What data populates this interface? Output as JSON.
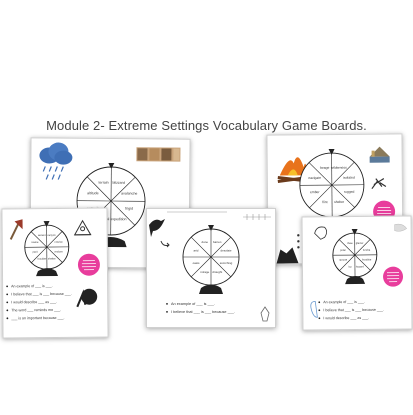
{
  "page": {
    "title": "Module 2- Extreme Settings Vocabulary Game Boards."
  },
  "colors": {
    "pink": "#e83d9c",
    "ink": "#222222",
    "cloud": "#3f6fb5",
    "fire": "#e8731c"
  },
  "boards": [
    {
      "id": "board-1",
      "icons": [
        "rain-cloud-icon",
        "photo-strip"
      ],
      "wheel_words": [
        "blizzard",
        "avalanche",
        "frigid",
        "expedition",
        "survival",
        "summit",
        "altitude",
        "terrain"
      ],
      "sentences": []
    },
    {
      "id": "board-2",
      "icons": [
        "axe-icon",
        "shelter-icon",
        "boulder-climber-icon"
      ],
      "wheel_words": [
        "canyon",
        "crevice",
        "endure",
        "shelter",
        "boulder",
        "peril",
        "ravine",
        "ascent"
      ],
      "sentences": [
        "An example of ___ is ___.",
        "I believe that ___ is ___ because ___.",
        "I would describe ___ as ___.",
        "The word ___ reminds me ___.",
        "___ is an important because ___."
      ]
    },
    {
      "id": "board-3",
      "icons": [
        "crow-icon",
        "fence-icon",
        "arrow-icon",
        "lantern-icon"
      ],
      "wheel_words": [
        "barren",
        "desolate",
        "scorching",
        "drought",
        "mirage",
        "oasis",
        "arid",
        "dune"
      ],
      "sentences": [
        "An example of ___ is ___.",
        "I believe that ___ is ___ because ___."
      ]
    },
    {
      "id": "board-4",
      "icons": [
        "campfire-icon",
        "tent-icon",
        "insect-icon",
        "camper-icon"
      ],
      "wheel_words": [
        "wilderness",
        "isolated",
        "rugged",
        "shelter",
        "flint",
        "ember",
        "navigate",
        "forage"
      ],
      "sentences": []
    },
    {
      "id": "board-5",
      "icons": [
        "head-outline-icon",
        "shell-icon",
        "hand-icon"
      ],
      "wheel_words": [
        "glacier",
        "tundra",
        "frostbite",
        "hazard",
        "icy",
        "remote",
        "polar",
        "thaw"
      ],
      "sentences": [
        "An example of ___ is ___.",
        "I believe that ___ is ___ because ___.",
        "I would describe ___ as ___."
      ]
    }
  ]
}
